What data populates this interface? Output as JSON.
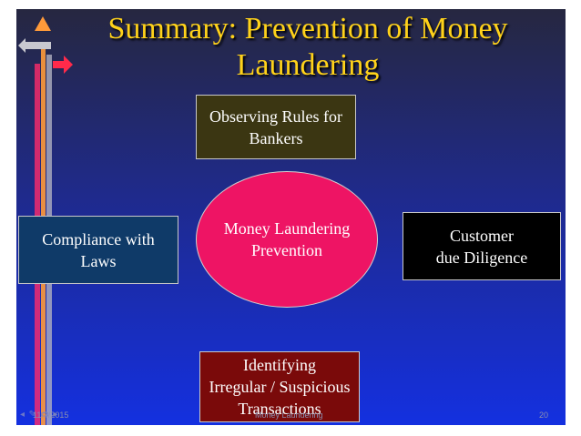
{
  "title": {
    "line1": "Summary: Prevention of Money",
    "line2": "Laundering"
  },
  "diagram": {
    "center": {
      "line1": "Money Laundering",
      "line2": "Prevention",
      "color": "#ee1464"
    },
    "top": {
      "line1": "Observing Rules for",
      "line2": "Bankers",
      "color": "#3b3612"
    },
    "left": {
      "line1": "Compliance with",
      "line2": "Laws",
      "color": "#0f3a68"
    },
    "right": {
      "line1": "Customer",
      "line2": "due Diligence",
      "color": "#000000"
    },
    "bottom": {
      "line1": "Identifying",
      "line2": "Irregular / Suspicious",
      "line3": "Transactions",
      "color": "#7a0a0a"
    }
  },
  "footer": {
    "date": "11/7/2015",
    "center": "Money Laundering",
    "page": "20"
  },
  "colors": {
    "title": "#ffd21a",
    "background_top": "#262740",
    "background_bottom": "#1430e0"
  },
  "icons": [
    "arrow-up-icon",
    "arrow-right-icon",
    "arrow-left-icon"
  ]
}
